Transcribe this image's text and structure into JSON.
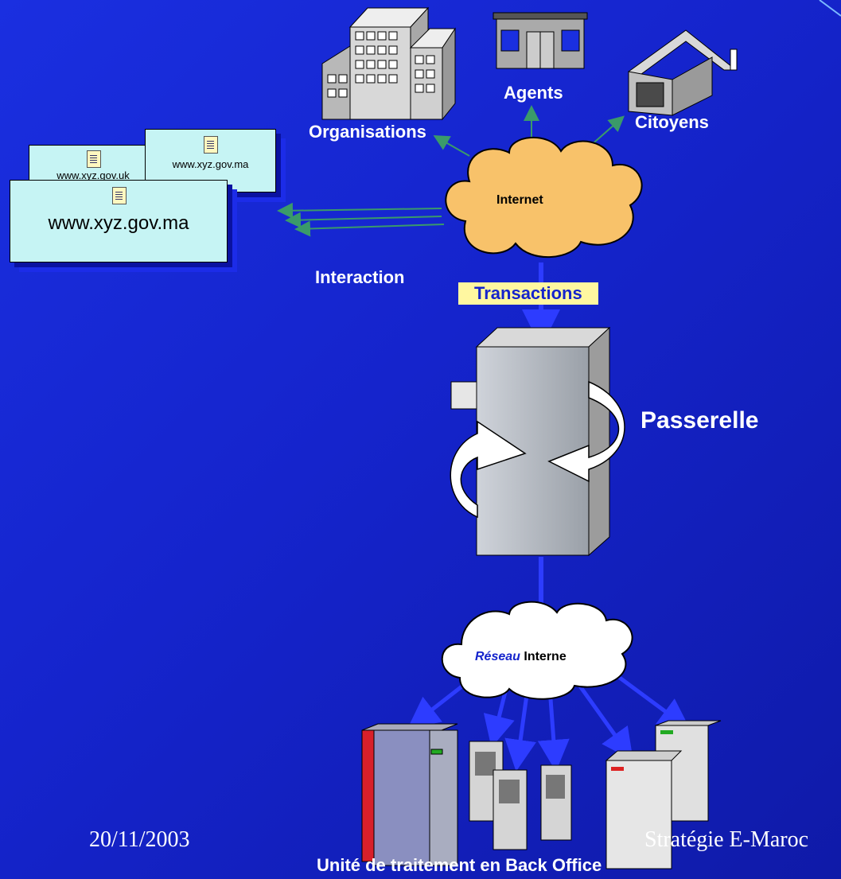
{
  "nodes": {
    "organisations": "Organisations",
    "agents": "Agents",
    "citoyens": "Citoyens",
    "internet": "Internet",
    "interaction": "Interaction",
    "transactions": "Transactions",
    "passerelle": "Passerelle",
    "reseau_italic": "Réseau",
    "reseau_rest": " Interne",
    "back_office": "Unité de traitement en Back Office"
  },
  "sites": {
    "small_left": "www.xyz.gov.uk",
    "small_right": "www.xyz.gov.ma",
    "main": "www.xyz.gov.ma"
  },
  "footer": {
    "date": "20/11/2003",
    "title": "Stratégie E-Maroc"
  },
  "colors": {
    "background": "#1524cc",
    "cloud_internet": "#f8c26a",
    "cloud_internal": "#ffffff",
    "card": "#c6f4f4",
    "arrow_green": "#3a9a6a",
    "arrow_blue": "#2d3cff",
    "transactions_bg": "#fff7a0"
  }
}
